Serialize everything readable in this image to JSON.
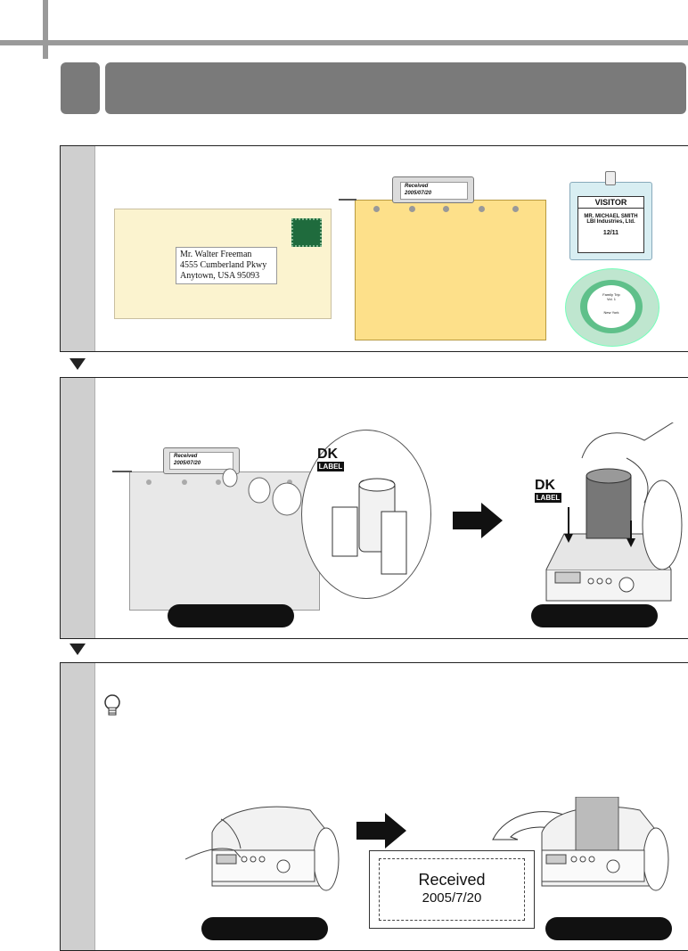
{
  "envelope": {
    "name": "Mr. Walter Freeman",
    "street": "4555 Cumberland Pkwy",
    "city": "Anytown, USA   95093"
  },
  "folder_label": {
    "title": "Received",
    "date": "2005/07/20"
  },
  "badge": {
    "title": "VISITOR",
    "name": "MR. MICHAEL SMITH",
    "company": "LBI Industries, Ltd.",
    "date": "12/11"
  },
  "cd": {
    "title": "Family Trip",
    "volume": "Vol. 1",
    "place": "New York"
  },
  "dk_logo": {
    "top": "DK",
    "bottom": "LABEL"
  },
  "sample_label": {
    "line1": "Received",
    "line2": "2005/7/20"
  },
  "colors": {
    "header_gray": "#7a7a7a",
    "tab_gray": "#cfcfcf",
    "envelope": "#fbf3cf",
    "folder": "#fde08a",
    "stamp": "#1f6b3d",
    "cd_green": "#5fc08a"
  }
}
